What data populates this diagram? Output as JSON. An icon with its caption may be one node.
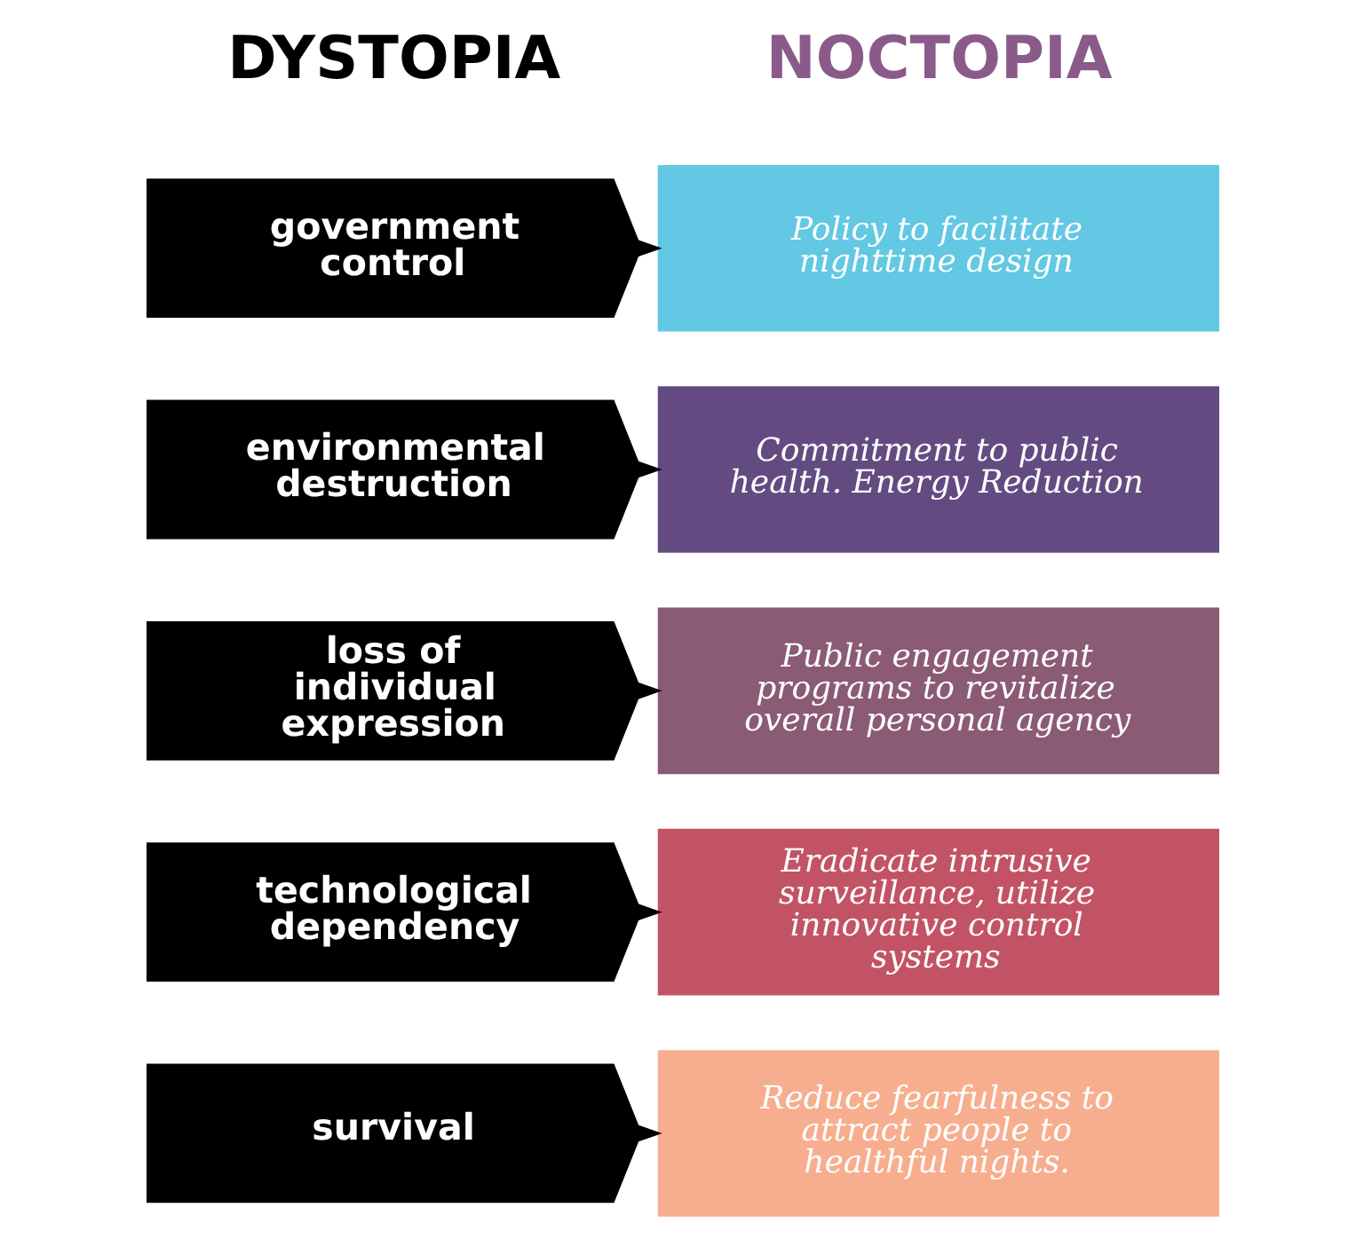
{
  "diagram": {
    "nodes": [
      {
        "text": [
          "government control"
        ]
      },
      {
        "text": [
          "Policy to facilitate nighttime design"
        ]
      },
      {
        "text": [
          "environmental destruction"
        ]
      },
      {
        "text": [
          "Commitment to public health. Energy Reduction"
        ]
      },
      {
        "text": [
          "loss of individual expression"
        ]
      },
      {
        "text": [
          "Public engagement programs to revitalize overall personal agency"
        ]
      },
      {
        "text": [
          "technological dependency"
        ]
      },
      {
        "text": [
          "Eradicate intrusive surveillance, utilize innovative control systems"
        ]
      },
      {
        "text": [
          "survival"
        ]
      },
      {
        "text": [
          "Reduce fearfulness to attract people to healthful nights."
        ]
      }
    ],
    "edges": [
      {
        "from": 0,
        "to": 1,
        "arrow": "to"
      },
      {
        "from": 2,
        "to": 3,
        "arrow": "to"
      },
      {
        "from": 4,
        "to": 5,
        "arrow": "to"
      },
      {
        "from": 6,
        "to": 7,
        "arrow": "to"
      },
      {
        "from": 8,
        "to": 9,
        "arrow": "to"
      }
    ],
    "labels": [
      "DYSTOPIA",
      "NOCTOPIA"
    ]
  }
}
